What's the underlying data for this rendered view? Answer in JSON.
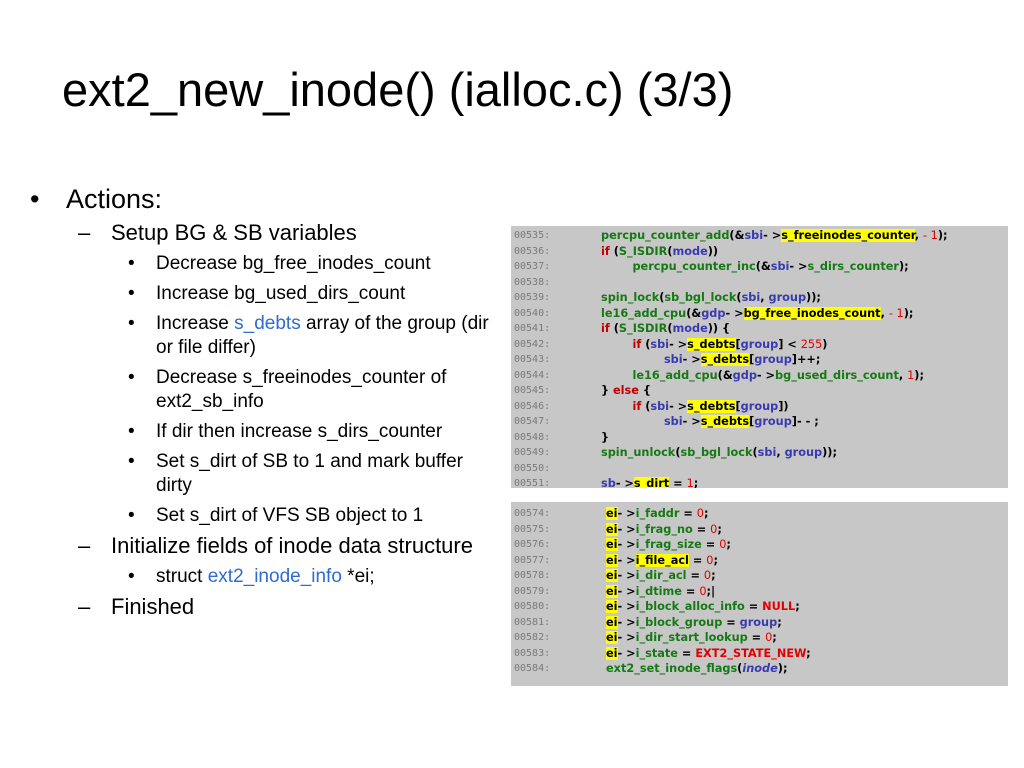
{
  "slide": {
    "title": "ext2_new_inode() (ialloc.c) (3/3)",
    "bullet_char": "•",
    "dash_char": "–",
    "actions_label": "Actions:",
    "sub1_label": "Setup BG & SB variables",
    "items": {
      "i1": "Decrease bg_free_inodes_count",
      "i2": "Increase bg_used_dirs_count",
      "i3_pre": "Increase ",
      "i3_hl": "s_debts",
      "i3_post": " array of the group (dir or file differ)",
      "i4": "Decrease s_freeinodes_counter of ext2_sb_info",
      "i5": "If dir then increase s_dirs_counter",
      "i6": "Set s_dirt of SB to 1 and mark buffer dirty",
      "i7": "Set s_dirt of VFS SB object to 1"
    },
    "sub2_label": "Initialize fields of inode data structure",
    "struct_pre": "struct ",
    "struct_hl": "ext2_inode_info",
    "struct_post": " *ei;",
    "sub3_label": "Finished"
  },
  "colors": {
    "link_blue": "#2f6bd1",
    "code_bg": "#c7c7c7",
    "function_green": "#157a13",
    "keyword_red": "#c00000",
    "variable_blue": "#3a3ab0",
    "highlight_yellow": "#ffff00"
  },
  "code1": [
    {
      "ln": "00535:",
      "tokens": [
        [
          "fn",
          "percpu_counter_add"
        ],
        [
          "pu",
          "(&"
        ],
        [
          "va",
          "sbi"
        ],
        [
          "pu",
          "- >"
        ],
        [
          "mk",
          "s_freeinodes_counter"
        ],
        [
          "pu",
          ", "
        ],
        [
          "num",
          "- 1"
        ],
        [
          "pu",
          ");"
        ]
      ]
    },
    {
      "ln": "00536:",
      "tokens": [
        [
          "kw",
          "if"
        ],
        [
          "pu",
          " ("
        ],
        [
          "fn",
          "S_ISDIR"
        ],
        [
          "pu",
          "("
        ],
        [
          "va",
          "mode"
        ],
        [
          "pu",
          "))"
        ]
      ]
    },
    {
      "ln": "00537:",
      "tokens": [
        [
          "pu",
          "        "
        ],
        [
          "fn",
          "percpu_counter_inc"
        ],
        [
          "pu",
          "(&"
        ],
        [
          "va",
          "sbi"
        ],
        [
          "pu",
          "- >"
        ],
        [
          "fn",
          "s_dirs_counter"
        ],
        [
          "pu",
          ");"
        ]
      ]
    },
    {
      "ln": "00538:",
      "tokens": []
    },
    {
      "ln": "00539:",
      "tokens": [
        [
          "fn",
          "spin_lock"
        ],
        [
          "pu",
          "("
        ],
        [
          "fn",
          "sb_bgl_lock"
        ],
        [
          "pu",
          "("
        ],
        [
          "va",
          "sbi"
        ],
        [
          "pu",
          ", "
        ],
        [
          "va",
          "group"
        ],
        [
          "pu",
          "));"
        ]
      ]
    },
    {
      "ln": "00540:",
      "tokens": [
        [
          "fn",
          "le16_add_cpu"
        ],
        [
          "pu",
          "(&"
        ],
        [
          "va",
          "gdp"
        ],
        [
          "pu",
          "- >"
        ],
        [
          "mk",
          "bg_free_inodes_count"
        ],
        [
          "pu",
          ", "
        ],
        [
          "num",
          "- 1"
        ],
        [
          "pu",
          ");"
        ]
      ]
    },
    {
      "ln": "00541:",
      "tokens": [
        [
          "kw",
          "if"
        ],
        [
          "pu",
          " ("
        ],
        [
          "fn",
          "S_ISDIR"
        ],
        [
          "pu",
          "("
        ],
        [
          "va",
          "mode"
        ],
        [
          "pu",
          ")) {"
        ]
      ]
    },
    {
      "ln": "00542:",
      "tokens": [
        [
          "pu",
          "        "
        ],
        [
          "kw",
          "if"
        ],
        [
          "pu",
          " ("
        ],
        [
          "va",
          "sbi"
        ],
        [
          "pu",
          "- >"
        ],
        [
          "mk",
          "s_debts"
        ],
        [
          "pu",
          "["
        ],
        [
          "va",
          "group"
        ],
        [
          "pu",
          "] < "
        ],
        [
          "num",
          "255"
        ],
        [
          "pu",
          ")"
        ]
      ]
    },
    {
      "ln": "00543:",
      "tokens": [
        [
          "pu",
          "                "
        ],
        [
          "va",
          "sbi"
        ],
        [
          "pu",
          "- >"
        ],
        [
          "mk",
          "s_debts"
        ],
        [
          "pu",
          "["
        ],
        [
          "va",
          "group"
        ],
        [
          "pu",
          "]++;"
        ]
      ]
    },
    {
      "ln": "00544:",
      "tokens": [
        [
          "pu",
          "        "
        ],
        [
          "fn",
          "le16_add_cpu"
        ],
        [
          "pu",
          "(&"
        ],
        [
          "va",
          "gdp"
        ],
        [
          "pu",
          "- >"
        ],
        [
          "fn",
          "bg_used_dirs_count"
        ],
        [
          "pu",
          ", "
        ],
        [
          "num",
          "1"
        ],
        [
          "pu",
          ");"
        ]
      ]
    },
    {
      "ln": "00545:",
      "tokens": [
        [
          "pu",
          "} "
        ],
        [
          "kw",
          "else"
        ],
        [
          "pu",
          " {"
        ]
      ]
    },
    {
      "ln": "00546:",
      "tokens": [
        [
          "pu",
          "        "
        ],
        [
          "kw",
          "if"
        ],
        [
          "pu",
          " ("
        ],
        [
          "va",
          "sbi"
        ],
        [
          "pu",
          "- >"
        ],
        [
          "mk",
          "s_debts"
        ],
        [
          "pu",
          "["
        ],
        [
          "va",
          "group"
        ],
        [
          "pu",
          "])"
        ]
      ]
    },
    {
      "ln": "00547:",
      "tokens": [
        [
          "pu",
          "                "
        ],
        [
          "va",
          "sbi"
        ],
        [
          "pu",
          "- >"
        ],
        [
          "mk",
          "s_debts"
        ],
        [
          "pu",
          "["
        ],
        [
          "va",
          "group"
        ],
        [
          "pu",
          "]- - ;"
        ]
      ]
    },
    {
      "ln": "00548:",
      "tokens": [
        [
          "pu",
          "}"
        ]
      ]
    },
    {
      "ln": "00549:",
      "tokens": [
        [
          "fn",
          "spin_unlock"
        ],
        [
          "pu",
          "("
        ],
        [
          "fn",
          "sb_bgl_lock"
        ],
        [
          "pu",
          "("
        ],
        [
          "va",
          "sbi"
        ],
        [
          "pu",
          ", "
        ],
        [
          "va",
          "group"
        ],
        [
          "pu",
          "));"
        ]
      ]
    },
    {
      "ln": "00550:",
      "tokens": []
    },
    {
      "ln": "00551:",
      "tokens": [
        [
          "va",
          "sb"
        ],
        [
          "pu",
          "- >"
        ],
        [
          "mk",
          "s_dirt"
        ],
        [
          "pu",
          " = "
        ],
        [
          "num",
          "1"
        ],
        [
          "pu",
          ";"
        ]
      ]
    }
  ],
  "code2": [
    {
      "ln": "00574:",
      "tokens": [
        [
          "mk",
          "ei"
        ],
        [
          "pu",
          "- >"
        ],
        [
          "fn",
          "i_faddr"
        ],
        [
          "pu",
          " = "
        ],
        [
          "num",
          "0"
        ],
        [
          "pu",
          ";"
        ]
      ]
    },
    {
      "ln": "00575:",
      "tokens": [
        [
          "mk",
          "ei"
        ],
        [
          "pu",
          "- >"
        ],
        [
          "fn",
          "i_frag_no"
        ],
        [
          "pu",
          " = "
        ],
        [
          "num",
          "0"
        ],
        [
          "pu",
          ";"
        ]
      ]
    },
    {
      "ln": "00576:",
      "tokens": [
        [
          "mk",
          "ei"
        ],
        [
          "pu",
          "- >"
        ],
        [
          "fn",
          "i_frag_size"
        ],
        [
          "pu",
          " = "
        ],
        [
          "num",
          "0"
        ],
        [
          "pu",
          ";"
        ]
      ]
    },
    {
      "ln": "00577:",
      "tokens": [
        [
          "mk",
          "ei"
        ],
        [
          "pu",
          "- >"
        ],
        [
          "mk",
          "i_file_acl"
        ],
        [
          "pu",
          " = "
        ],
        [
          "num",
          "0"
        ],
        [
          "pu",
          ";"
        ]
      ]
    },
    {
      "ln": "00578:",
      "tokens": [
        [
          "mk",
          "ei"
        ],
        [
          "pu",
          "- >"
        ],
        [
          "fn",
          "i_dir_acl"
        ],
        [
          "pu",
          " = "
        ],
        [
          "num",
          "0"
        ],
        [
          "pu",
          ";"
        ]
      ]
    },
    {
      "ln": "00579:",
      "tokens": [
        [
          "mk",
          "ei"
        ],
        [
          "pu",
          "- >"
        ],
        [
          "fn",
          "i_dtime"
        ],
        [
          "pu",
          " = "
        ],
        [
          "num",
          "0"
        ],
        [
          "pu",
          ";|"
        ]
      ]
    },
    {
      "ln": "00580:",
      "tokens": [
        [
          "mk",
          "ei"
        ],
        [
          "pu",
          "- >"
        ],
        [
          "fn",
          "i_block_alloc_info"
        ],
        [
          "pu",
          " = "
        ],
        [
          "nul",
          "NULL"
        ],
        [
          "pu",
          ";"
        ]
      ]
    },
    {
      "ln": "00581:",
      "tokens": [
        [
          "mk",
          "ei"
        ],
        [
          "pu",
          "- >"
        ],
        [
          "fn",
          "i_block_group"
        ],
        [
          "pu",
          " = "
        ],
        [
          "va",
          "group"
        ],
        [
          "pu",
          ";"
        ]
      ]
    },
    {
      "ln": "00582:",
      "tokens": [
        [
          "mk",
          "ei"
        ],
        [
          "pu",
          "- >"
        ],
        [
          "fn",
          "i_dir_start_lookup"
        ],
        [
          "pu",
          " = "
        ],
        [
          "num",
          "0"
        ],
        [
          "pu",
          ";"
        ]
      ]
    },
    {
      "ln": "00583:",
      "tokens": [
        [
          "mk",
          "ei"
        ],
        [
          "pu",
          "- >"
        ],
        [
          "fn",
          "i_state"
        ],
        [
          "pu",
          " = "
        ],
        [
          "nul",
          "EXT2_STATE_NEW"
        ],
        [
          "pu",
          ";"
        ]
      ]
    },
    {
      "ln": "00584:",
      "tokens": [
        [
          "fn",
          "ext2_set_inode_flags"
        ],
        [
          "pu",
          "("
        ],
        [
          "it",
          "inode"
        ],
        [
          "pu",
          ");"
        ]
      ]
    }
  ]
}
